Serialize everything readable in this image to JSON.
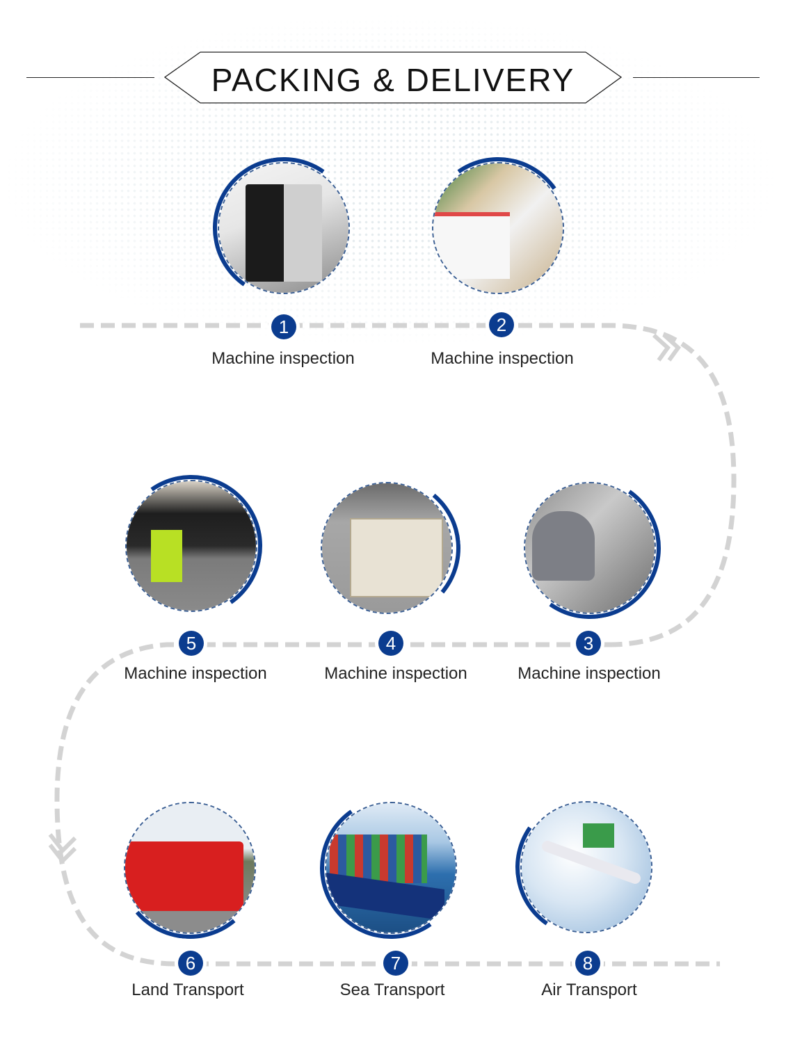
{
  "header": {
    "title": "PACKING & DELIVERY"
  },
  "colors": {
    "accent": "#0b3c8f",
    "path": "#d3d3d3"
  },
  "steps": [
    {
      "number": "1",
      "label": "Machine inspection",
      "photo": "laser-machine-photo"
    },
    {
      "number": "2",
      "label": "Machine inspection",
      "photo": "worker-wrapping-photo"
    },
    {
      "number": "3",
      "label": "Machine inspection",
      "photo": "worker-crouching-photo"
    },
    {
      "number": "4",
      "label": "Machine inspection",
      "photo": "wooden-crate-photo"
    },
    {
      "number": "5",
      "label": "Machine inspection",
      "photo": "truck-loading-photo"
    },
    {
      "number": "6",
      "label": "Land Transport",
      "photo": "red-truck-photo"
    },
    {
      "number": "7",
      "label": "Sea Transport",
      "photo": "cargo-ship-photo"
    },
    {
      "number": "8",
      "label": "Air Transport",
      "photo": "airplane-photo"
    }
  ]
}
